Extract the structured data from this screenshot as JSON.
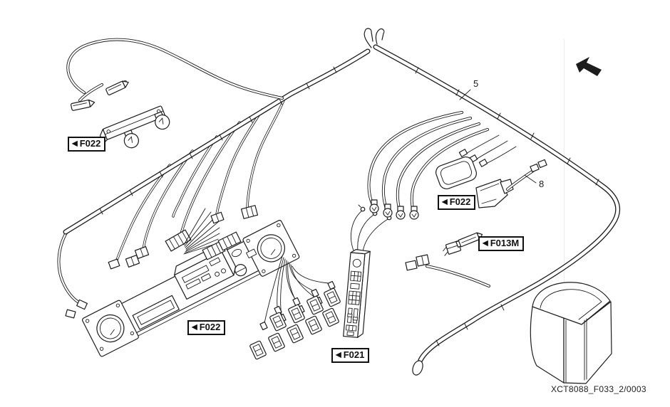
{
  "figure": {
    "drawing_code": "XCT8088_F033_2/0003"
  },
  "colors": {
    "ink": "#1c1c1c",
    "paper": "#ffffff"
  },
  "icons": {
    "part_ref_marker": "◀",
    "direction_arrow": "↖"
  },
  "part_labels": [
    {
      "id": "f022-bulb-holder",
      "ref": "F022"
    },
    {
      "id": "f022-roof-lamp",
      "ref": "F022"
    },
    {
      "id": "f013m-switch",
      "ref": "F013M"
    },
    {
      "id": "f022-dashboard-panel",
      "ref": "F022"
    },
    {
      "id": "f021-control-panel",
      "ref": "F021"
    }
  ],
  "callouts": [
    {
      "id": "harness-tube",
      "text": "5"
    },
    {
      "id": "lamp-lead",
      "text": "8"
    }
  ]
}
